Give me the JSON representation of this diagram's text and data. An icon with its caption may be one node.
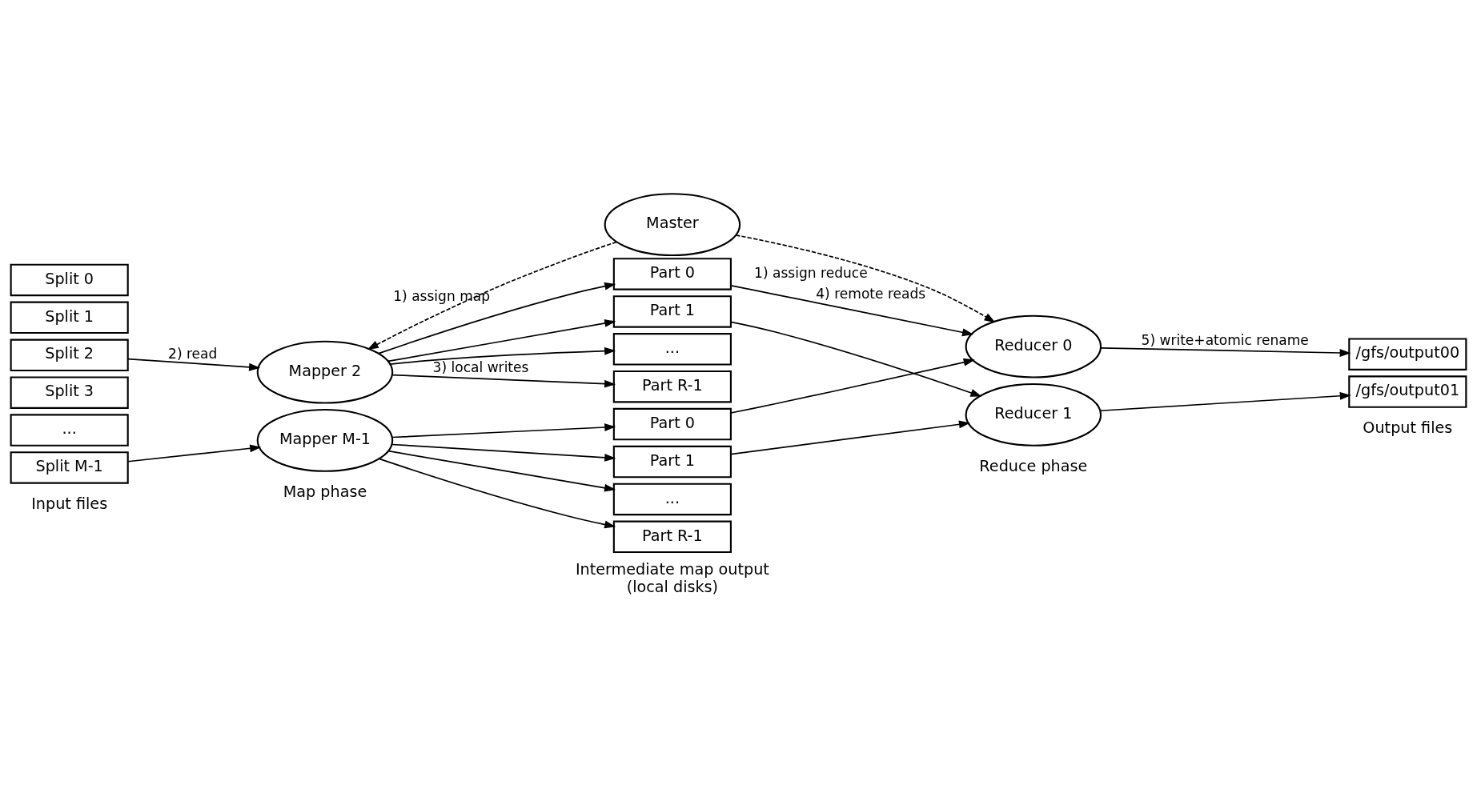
{
  "diagram": {
    "nodes": [
      {
        "text": [
          "Master"
        ]
      },
      {
        "text": [
          "Split 0"
        ]
      },
      {
        "text": [
          "Split 1"
        ]
      },
      {
        "text": [
          "Split 2"
        ]
      },
      {
        "text": [
          "Split 3"
        ]
      },
      {
        "text": [
          "..."
        ]
      },
      {
        "text": [
          "Split M-1"
        ]
      },
      {
        "text": [
          "Mapper 2"
        ]
      },
      {
        "text": [
          "Mapper M-1"
        ]
      },
      {
        "text": [
          "Part 0"
        ]
      },
      {
        "text": [
          "Part 1"
        ]
      },
      {
        "text": [
          "..."
        ]
      },
      {
        "text": [
          "Part R-1"
        ]
      },
      {
        "text": [
          "Part 0"
        ]
      },
      {
        "text": [
          "Part 1"
        ]
      },
      {
        "text": [
          "..."
        ]
      },
      {
        "text": [
          "Part R-1"
        ]
      },
      {
        "text": [
          "Reducer 0"
        ]
      },
      {
        "text": [
          "Reducer 1"
        ]
      },
      {
        "text": [
          "/gfs/output00"
        ]
      },
      {
        "text": [
          "/gfs/output01"
        ]
      }
    ],
    "edges": [
      {
        "from": 0,
        "to": 7,
        "arrow": "to",
        "style": "dashed",
        "label": "1) assign map"
      },
      {
        "from": 0,
        "to": 17,
        "arrow": "to",
        "style": "dashed",
        "label": "1) assign reduce"
      },
      {
        "from": 3,
        "to": 7,
        "arrow": "to",
        "label": "2) read"
      },
      {
        "from": 6,
        "to": 8,
        "arrow": "to"
      },
      {
        "from": 7,
        "to": 9,
        "arrow": "to"
      },
      {
        "from": 7,
        "to": 10,
        "arrow": "to"
      },
      {
        "from": 7,
        "to": 11,
        "arrow": "to"
      },
      {
        "from": 7,
        "to": 12,
        "arrow": "to",
        "label": "3) local writes"
      },
      {
        "from": 8,
        "to": 13,
        "arrow": "to"
      },
      {
        "from": 8,
        "to": 14,
        "arrow": "to"
      },
      {
        "from": 8,
        "to": 15,
        "arrow": "to"
      },
      {
        "from": 8,
        "to": 16,
        "arrow": "to"
      },
      {
        "from": 9,
        "to": 17,
        "arrow": "to",
        "label": "4) remote reads"
      },
      {
        "from": 10,
        "to": 18,
        "arrow": "to"
      },
      {
        "from": 13,
        "to": 17,
        "arrow": "to"
      },
      {
        "from": 14,
        "to": 18,
        "arrow": "to"
      },
      {
        "from": 17,
        "to": 19,
        "arrow": "to",
        "label": "5) write+atomic rename"
      },
      {
        "from": 18,
        "to": 20,
        "arrow": "to"
      }
    ],
    "labels": [
      "Input files",
      "Map phase",
      "Intermediate map output (local disks)",
      "Reduce phase",
      "Output files"
    ]
  }
}
